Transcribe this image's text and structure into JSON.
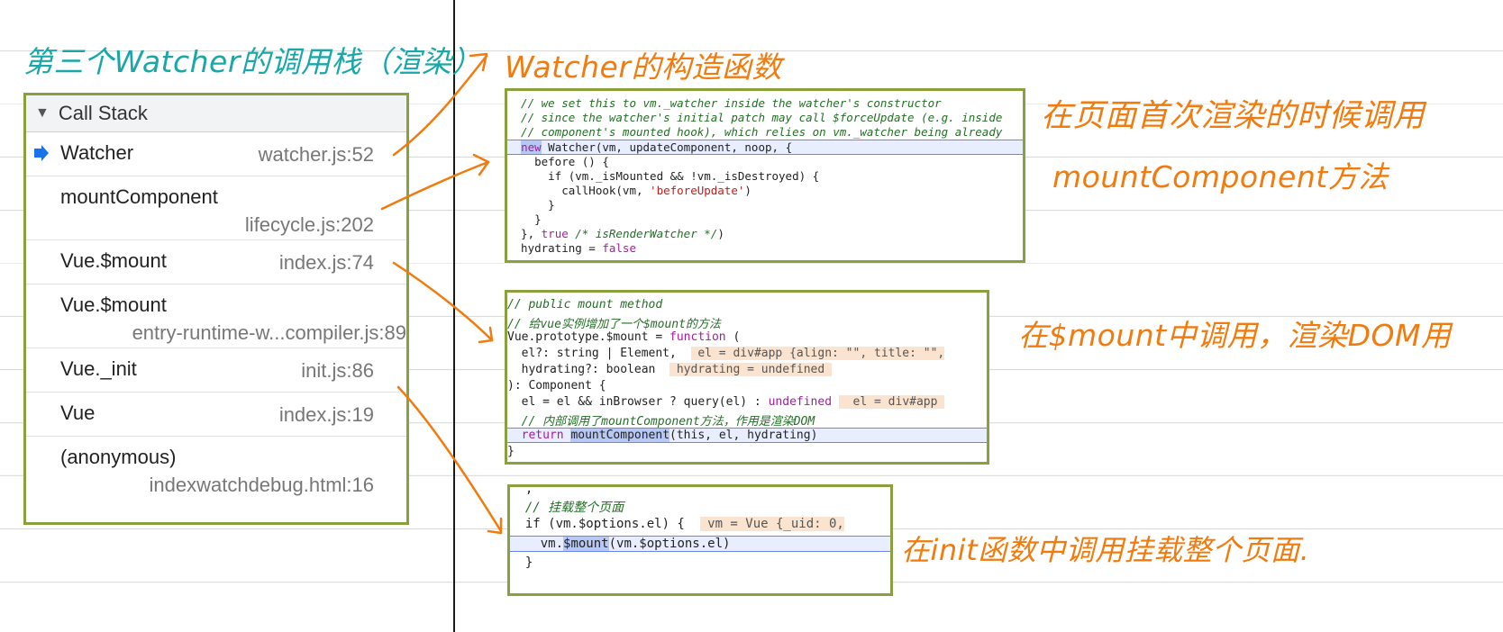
{
  "colors": {
    "annotation": "#f07b0e",
    "title": "#1aa7a7",
    "panel_border": "#8aa03c",
    "highlight": "#e8edff"
  },
  "annotations": {
    "stack_title": "第三个Watcher的调用栈（渲染）",
    "constructor": "Watcher的构造函数",
    "first_render_1": "在页面首次渲染的时候调用",
    "first_render_2": "mountComponent方法",
    "mount_call": "在$mount中调用，渲染DOM用",
    "init_call": "在init函数中调用挂载整个页面."
  },
  "call_stack": {
    "header": "Call Stack",
    "frames": [
      {
        "name": "Watcher",
        "file": "watcher.js:52"
      },
      {
        "name": "mountComponent",
        "file": "lifecycle.js:202"
      },
      {
        "name": "Vue.$mount",
        "file": "index.js:74"
      },
      {
        "name": "Vue.$mount",
        "file": "entry-runtime-w...compiler.js:89"
      },
      {
        "name": "Vue._init",
        "file": "init.js:86"
      },
      {
        "name": "Vue",
        "file": "index.js:19"
      },
      {
        "name": "(anonymous)",
        "file": "indexwatchdebug.html:16"
      }
    ]
  },
  "code1": {
    "l1": "  // we set this to vm._watcher inside the watcher's constructor",
    "l2": "  // since the watcher's initial patch may call $forceUpdate (e.g. inside",
    "l3": "  // component's mounted hook), which relies on vm._watcher being already",
    "l4_kw": "new",
    "l4_rest": " Watcher(vm, updateComponent, noop, {",
    "l5": "    before () {",
    "l6_a": "      if (vm._isMounted && !vm._isDestroyed) {",
    "l7_a": "        callHook(vm, ",
    "l7_str": "'beforeUpdate'",
    "l7_b": ")",
    "l8": "      }",
    "l9": "    }",
    "l10_a": "  }, ",
    "l10_kw": "true",
    "l10_cm": " /* isRenderWatcher */",
    "l10_b": ")",
    "l11_a": "  hydrating = ",
    "l11_kw": "false"
  },
  "code2": {
    "l1": "// public mount method",
    "l2": "// 给vue实例增加了一个$mount的方法",
    "l3_a": "Vue.prototype.$mount = ",
    "l3_kw": "function",
    "l3_b": " (",
    "l4_a": "  el?: string | Element,  ",
    "l4_inl": " el = div#app {align: \"\", title: \"\",",
    "l5_a": "  hydrating?: boolean  ",
    "l5_inl": " hydrating = undefined ",
    "l6": "): Component {",
    "l7_a": "  el = el && inBrowser ? query(el) : ",
    "l7_kw": "undefined",
    "l7_inl": "  el = div#app ",
    "l8": "  // 内部调用了mountComponent方法，作用是渲染DOM",
    "l9_kw": "  return",
    "l9_sel": "mountComponent",
    "l9_rest": "(this, el, hydrating)",
    "l10": "}"
  },
  "code3": {
    "l0": "  ,",
    "l1": "  // 挂载整个页面",
    "l2_a": "  if (vm.$options.el) {  ",
    "l2_inl": " vm = Vue {_uid: 0,",
    "l3_a": "    vm.",
    "l3_sel": "$mount",
    "l3_b": "(vm.$options.el)",
    "l4": "  }"
  }
}
